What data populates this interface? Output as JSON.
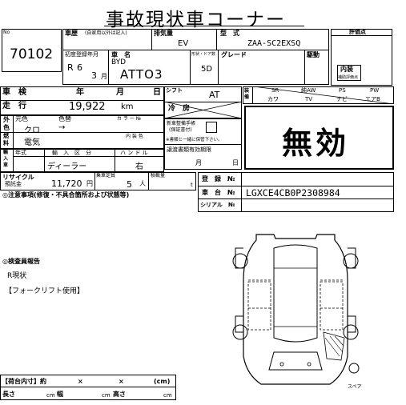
{
  "header": {
    "title": "事故現状車コーナー"
  },
  "lot": {
    "label": "No",
    "number": "70102"
  },
  "history": {
    "label": "車歴",
    "note": "(自家用以外は記入)",
    "displacement_label": "排気量",
    "displacement_value": "EV",
    "model_label": "型　式",
    "model_value": "ZAA-SC2EXSQ",
    "score_label": "評価点"
  },
  "registration": {
    "first_reg_label": "初度登録年月",
    "era": "R",
    "year": "6",
    "month": "3",
    "month_suffix": "月",
    "name_label": "車　名",
    "maker": "BYD",
    "car_name": "ATTO3",
    "doors_label": "形状・ドア数",
    "doors_value": "5D",
    "grade_label": "グレード",
    "drive_label": "駆動",
    "interior_label": "内装",
    "interior_sub": "補助評価点"
  },
  "inspection": {
    "shaken_label": "車　検",
    "year_label": "年",
    "month_label": "月",
    "day_label": "日",
    "mileage_label": "走　行",
    "mileage_value": "19,922",
    "mileage_unit": "km",
    "shift_label": "シフト",
    "shift_value": "AT",
    "ac_label": "冷　房"
  },
  "equipment": {
    "side_label": "装備",
    "items": [
      "SR",
      "純AW",
      "PS",
      "PW",
      "カワ",
      "TV",
      "ナビ",
      "エアB"
    ]
  },
  "stamp": {
    "text": "無効"
  },
  "color": {
    "ext_label_top": "外",
    "ext_label_bottom": "色",
    "orig_label": "元色",
    "repaint_label": "色替",
    "value": "クロ",
    "arrow": "→",
    "code_label": "カ ラ ー №",
    "int_color_label": "内 装 色"
  },
  "fuel": {
    "label_top": "燃",
    "label_bottom": "料",
    "value": "電気"
  },
  "import": {
    "side_label": "輸入車",
    "year_label": "年式",
    "category_label": "輸　入　区　分",
    "handle_label": "ハ ン ド ル",
    "category_value": "ディーラー",
    "handle_value": "右"
  },
  "recycle": {
    "label": "リサイクル",
    "sub_label": "預託金",
    "value": "11,720",
    "unit": "円",
    "capacity_label": "乗車定員",
    "capacity_value": "5",
    "capacity_unit": "人",
    "load_label": "積載量",
    "load_unit": "t"
  },
  "records": {
    "book_label": "新車整備手帳",
    "book_label2": "(保証書付)",
    "book_note": "※書類と一緒に保管下さい。",
    "expiry_label": "譲渡書類有効期限",
    "expiry_month": "月",
    "expiry_day": "日"
  },
  "ids": {
    "reg_label": "登　録　№",
    "chassis_label": "車　台　№",
    "chassis_value": "LGXCE4CB0P2308984",
    "serial_label": "シリアル　№"
  },
  "notes": {
    "caution_label": "◎注意事項(修復・不具合箇所および状態等)",
    "inspector_label": "◎検査員報告",
    "line1": "R現状",
    "line2": "【フォークリフト使用】"
  },
  "diagram": {
    "spare_label": "スペア"
  },
  "cargo": {
    "label": "【荷台内寸】約",
    "x1": "×",
    "x2": "×",
    "unit": "(cm)",
    "length_label": "長さ",
    "width_label": "幅",
    "height_label": "高さ",
    "cm": "cm"
  }
}
